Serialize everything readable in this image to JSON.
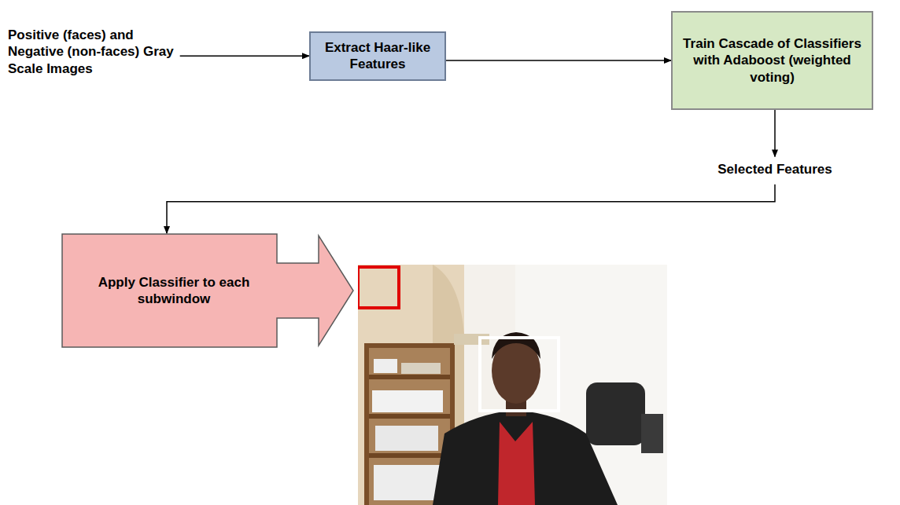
{
  "diagram": {
    "nodes": [
      {
        "text": [
          "Positive (faces) and Negative (non-faces) Gray Scale Images"
        ]
      },
      {
        "text": [
          "Extract Haar-like Features"
        ]
      },
      {
        "text": [
          "Train Cascade of Classifiers with Adaboost (weighted voting)"
        ]
      },
      {
        "text": [
          "Selected Features"
        ]
      },
      {
        "text": [
          "Apply Classifier to each subwindow"
        ]
      }
    ],
    "edges": [
      {
        "from": 0,
        "to": 1,
        "arrow": "to"
      },
      {
        "from": 1,
        "to": 2,
        "arrow": "to"
      },
      {
        "from": 2,
        "to": 3,
        "arrow": "to"
      },
      {
        "from": 3,
        "to": 4,
        "arrow": "to"
      }
    ]
  }
}
